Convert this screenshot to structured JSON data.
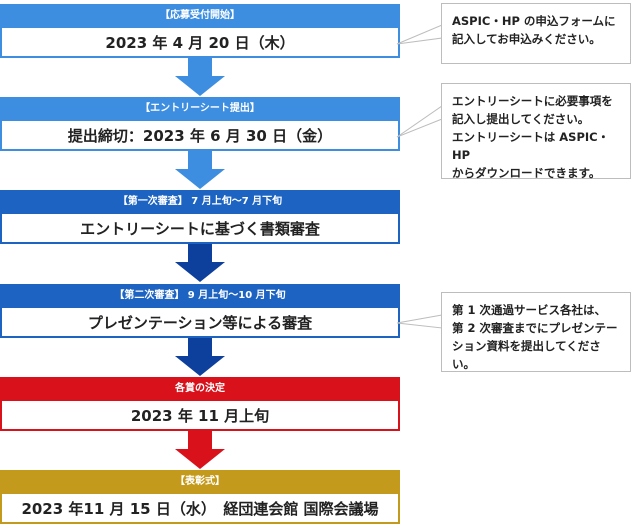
{
  "steps": [
    {
      "header": "【応募受付開始】",
      "body": "2023 年 4 月 20 日（木）",
      "color": "#3d8ee0"
    },
    {
      "header": "【エントリーシート提出】",
      "body": "提出締切：2023 年 6 月 30 日（金）",
      "color": "#3d8ee0"
    },
    {
      "header": "【第一次審査】 7 月上旬～7 月下旬",
      "body": "エントリーシートに基づく書類審査",
      "color": "#1c63c2"
    },
    {
      "header": "【第二次審査】 9 月上旬～10 月下旬",
      "body": "プレゼンテーション等による審査",
      "color": "#1c63c2"
    },
    {
      "header": "各賞の決定",
      "body": "2023 年 11 月上旬",
      "color": "#d9111b"
    },
    {
      "header": "【表彰式】",
      "body": "2023 年11 月 15 日（水）　経団連会館 国際会議場",
      "color": "#c49a1c"
    }
  ],
  "arrow_colors": [
    "#3d8ee0",
    "#3d8ee0",
    "#0d3f9c",
    "#0d3f9c",
    "#d9111b"
  ],
  "notes": [
    {
      "lines": [
        "ASPIC・HP の申込フォームに",
        "記入してお申込みください。"
      ]
    },
    {
      "lines": [
        "エントリーシートに必要事項を",
        "記入し提出してください。",
        "エントリーシートは ASPIC・HP",
        "からダウンロードできます。"
      ]
    },
    {
      "lines": [
        "第 1 次通過サービス各社は、",
        "第 2 次審査までにプレゼンテー",
        "ション資料を提出してください。"
      ]
    }
  ]
}
